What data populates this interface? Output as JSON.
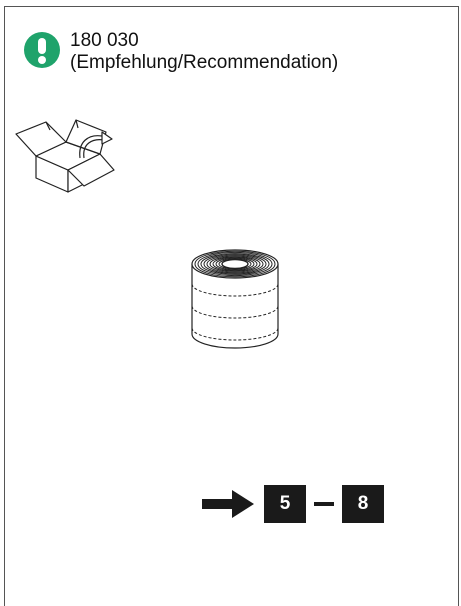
{
  "notice": {
    "icon": "exclamation-circle-icon",
    "accent_color": "#1fa36b",
    "part_number": "180 030",
    "note": "(Empfehlung/Recommendation)"
  },
  "illustrations": {
    "box": "open-box-icon",
    "roll": "tape-roll-icon"
  },
  "step_reference": {
    "arrow": "right-arrow-icon",
    "from": "5",
    "to": "8"
  }
}
